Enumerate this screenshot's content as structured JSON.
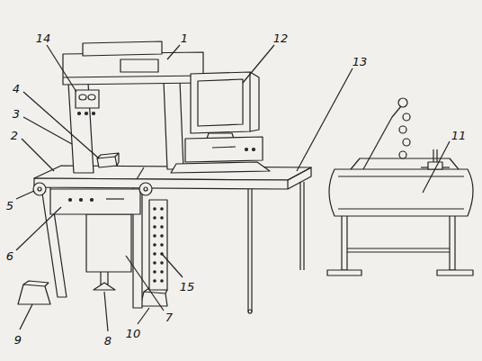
{
  "diagram": {
    "labels": [
      "14",
      "1",
      "12",
      "13",
      "4",
      "3",
      "2",
      "11",
      "5",
      "6",
      "15",
      "7",
      "9",
      "8",
      "10"
    ]
  }
}
